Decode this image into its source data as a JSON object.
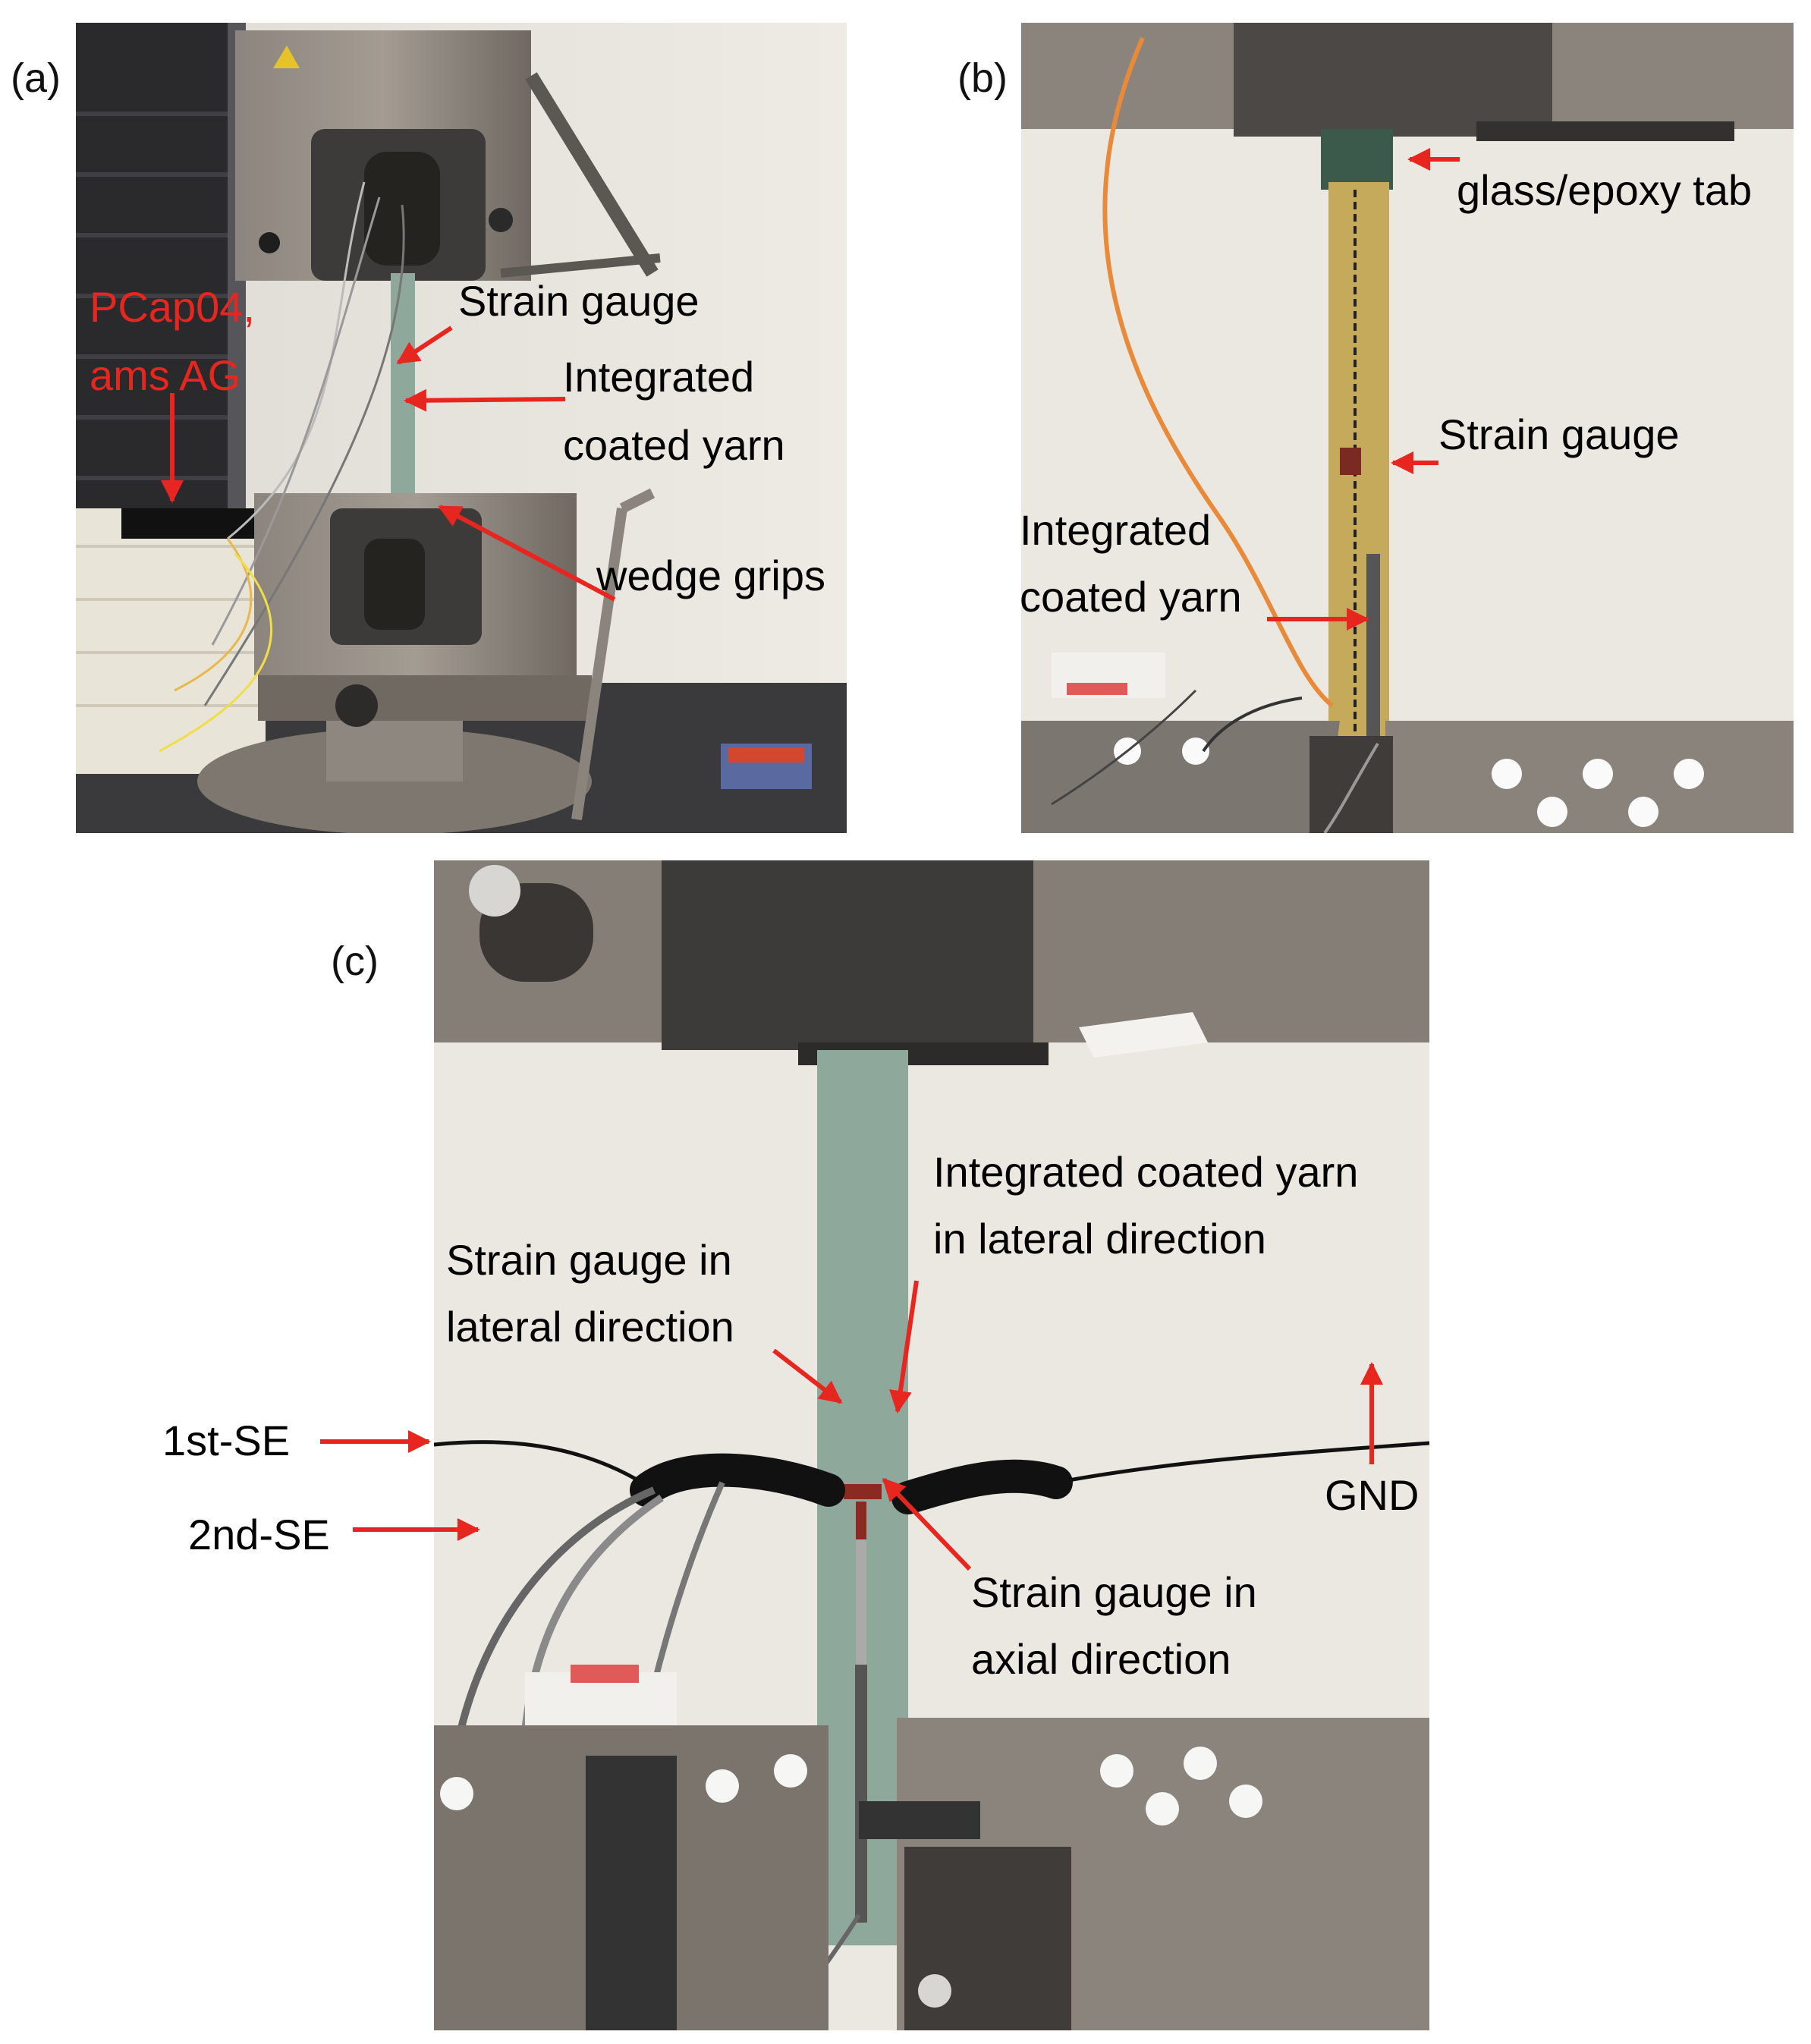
{
  "colors": {
    "annotation_red": "#e6261f",
    "label_black": "#000000",
    "wall": "#ece9e2",
    "steel": "#7b7670",
    "dark_steel": "#3e3c3a",
    "specimen_green": "#8fa89c",
    "specimen_yellow": "#c4aa5a",
    "orange_wire": "#e88a3a"
  },
  "panels": {
    "a": {
      "label": "(a)",
      "annotations": {
        "pcap_line1": "PCap04,",
        "pcap_line2": "ams AG",
        "strain_gauge": "Strain gauge",
        "yarn_line1": "Integrated",
        "yarn_line2": "coated yarn",
        "wedge": "wedge grips"
      }
    },
    "b": {
      "label": "(b)",
      "annotations": {
        "tab": "glass/epoxy tab",
        "strain_gauge": "Strain gauge",
        "yarn_line1": "Integrated",
        "yarn_line2": "coated yarn"
      }
    },
    "c": {
      "label": "(c)",
      "annotations": {
        "icy_line1": "Integrated coated yarn",
        "icy_line2": "in lateral direction",
        "sgl_line1": "Strain gauge in",
        "sgl_line2": "lateral direction",
        "sga_line1": "Strain gauge in",
        "sga_line2": "axial direction",
        "se1": "1st-SE",
        "se2": "2nd-SE",
        "gnd": "GND"
      }
    }
  }
}
